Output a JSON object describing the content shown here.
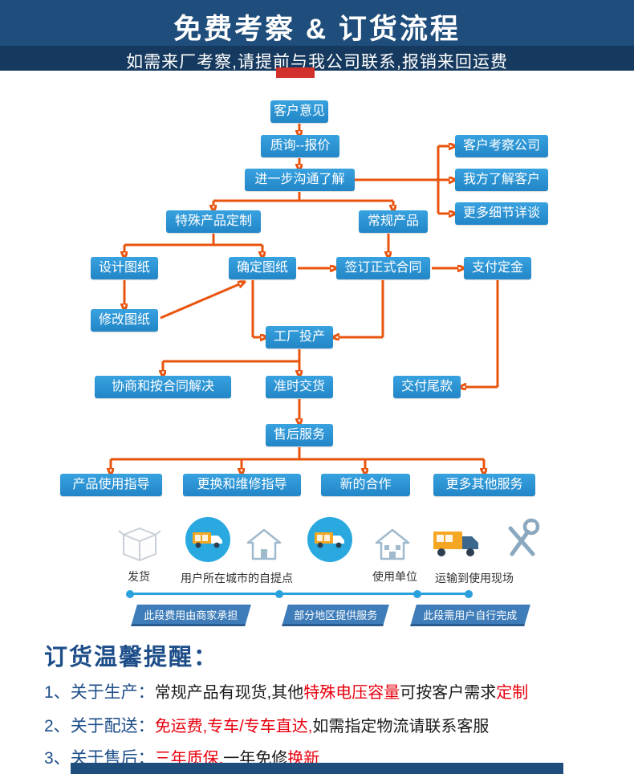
{
  "header": {
    "title": "免费考察 & 订货流程",
    "subtitle": "如需来厂考察,请提前与我公司联系,报销来回运费"
  },
  "flow": {
    "nodes": [
      {
        "label": "客户意见"
      },
      {
        "label": "质询--报价"
      },
      {
        "label": "进一步沟通了解"
      },
      {
        "label": "客户考察公司"
      },
      {
        "label": "我方了解客户"
      },
      {
        "label": "更多细节详谈"
      },
      {
        "label": "特殊产品定制"
      },
      {
        "label": "常规产品"
      },
      {
        "label": "设计图纸"
      },
      {
        "label": "确定图纸"
      },
      {
        "label": "签订正式合同"
      },
      {
        "label": "支付定金"
      },
      {
        "label": "修改图纸"
      },
      {
        "label": "工厂投产"
      },
      {
        "label": "协商和按合同解决"
      },
      {
        "label": "准时交货"
      },
      {
        "label": "交付尾款"
      },
      {
        "label": "售后服务"
      },
      {
        "label": "产品使用指导"
      },
      {
        "label": "更换和维修指导"
      },
      {
        "label": "新的合作"
      },
      {
        "label": "更多其他服务"
      }
    ]
  },
  "logistics": {
    "labels": {
      "ship": "发货",
      "pickup": "用户所在城市的自提点",
      "user_unit": "使用单位",
      "transport": "运输到使用现场"
    },
    "tags": [
      "此段费用由商家承担",
      "部分地区提供服务",
      "此段需用户自行完成"
    ],
    "icons": [
      "shipping-box-icon",
      "pickup-truck-icon",
      "house-icon",
      "delivery-truck-icon",
      "building-icon",
      "transport-truck-icon",
      "repair-tools-icon"
    ]
  },
  "reminder": {
    "title": "订货温馨提醒：",
    "items": [
      {
        "num": "1、",
        "label": "关于生产：",
        "seg0": "常规产品有现货,其他",
        "seg1": "特殊电压容量",
        "seg2": "可按客户需求",
        "seg3": "定制"
      },
      {
        "num": "2、",
        "label": "关于配送：",
        "seg0": "免运费,专车/专车直达,",
        "seg1": "如需指定物流请联系客服"
      },
      {
        "num": "3、",
        "label": "关于售后：",
        "seg0": "三年质保,",
        "seg1": "一年免修",
        "seg2": "换新"
      }
    ]
  },
  "colors": {
    "header_navy": "#1F4E7C",
    "subheader_navy": "#163A5F",
    "node_blue": "#2E93D3",
    "arrow_orange": "#E8540E",
    "accent_red": "#D2302A",
    "highlight_red": "#E8000D",
    "tag_blue": "#3E7DBA",
    "timeline_blue": "#2AA0DC"
  }
}
